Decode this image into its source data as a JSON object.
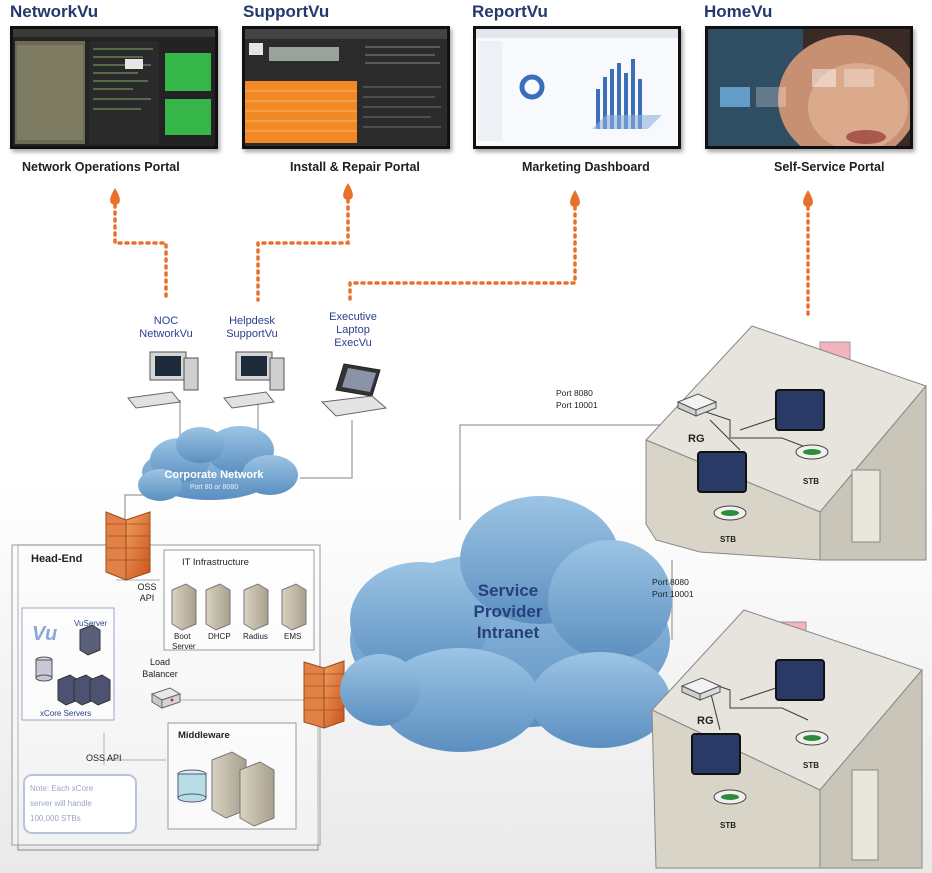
{
  "products": [
    {
      "title": "NetworkVu",
      "portal": "Network Operations Portal"
    },
    {
      "title": "SupportVu",
      "portal": "Install & Repair Portal"
    },
    {
      "title": "ReportVu",
      "portal": "Marketing Dashboard"
    },
    {
      "title": "HomeVu",
      "portal": "Self-Service Portal"
    }
  ],
  "clients": {
    "noc": [
      "NOC",
      "NetworkVu"
    ],
    "helpdesk": [
      "Helpdesk",
      "SupportVu"
    ],
    "executive": [
      "Executive",
      "Laptop",
      "ExecVu"
    ]
  },
  "corporate_network": {
    "title": "Corporate Network",
    "subtitle": "Port 80 or 8080"
  },
  "ports_top": [
    "Port 8080",
    "Port 10001"
  ],
  "ports_bottom": [
    "Port 8080",
    "Port 10001"
  ],
  "head_end": {
    "title": "Head-End",
    "it_infrastructure": {
      "title": "IT Infrastructure",
      "servers": [
        "Boot\nServer",
        "DHCP",
        "Radius",
        "EMS"
      ]
    },
    "oss_api_top": [
      "OSS",
      "API"
    ],
    "vuserver_label": "VuServer",
    "xcore_label": "xCore Servers",
    "logo": "Vu",
    "load_balancer": [
      "Load",
      "Balancer"
    ],
    "oss_api_bottom": "OSS API",
    "middleware": "Middleware",
    "note": [
      "Note: Each xCore",
      "server will handle",
      "100,000 STBs"
    ]
  },
  "intranet": [
    "Service",
    "Provider",
    "Intranet"
  ],
  "home_top": {
    "rg": "RG",
    "stb": [
      "STB",
      "STB"
    ]
  },
  "home_bottom": {
    "rg": "RG",
    "stb": [
      "STB",
      "STB"
    ]
  },
  "colors": {
    "link_dots": "#e8702a",
    "title_blue": "#24386e",
    "cloud": "#7fa9cf",
    "label_blue": "#2a3f8f"
  }
}
